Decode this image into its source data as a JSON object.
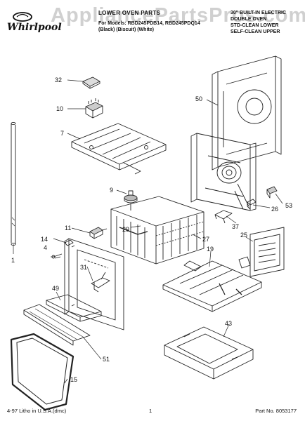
{
  "brand": {
    "logo_text": "Whirlpool"
  },
  "watermark": "AppliancePartsPros.com",
  "header": {
    "title": "LOWER OVEN PARTS",
    "models_line1": "For Models: RBD245PDB14, RBD245PDQ14",
    "models_line2": "(Black)   (Biscuit)   (White)",
    "right_lines": [
      "30\" BUILT-IN ELECTRIC",
      "DOUBLE OVEN",
      "STD-CLEAN LOWER",
      "SELF-CLEAN UPPER"
    ]
  },
  "callouts": [
    {
      "id": "c32",
      "label": "32"
    },
    {
      "id": "c10",
      "label": "10"
    },
    {
      "id": "c7",
      "label": "7"
    },
    {
      "id": "c50",
      "label": "50"
    },
    {
      "id": "c9",
      "label": "9"
    },
    {
      "id": "c26",
      "label": "26"
    },
    {
      "id": "c53",
      "label": "53"
    },
    {
      "id": "c11",
      "label": "11"
    },
    {
      "id": "c29",
      "label": "29"
    },
    {
      "id": "c27",
      "label": "27"
    },
    {
      "id": "c37",
      "label": "37"
    },
    {
      "id": "c25",
      "label": "25"
    },
    {
      "id": "c14",
      "label": "14"
    },
    {
      "id": "c4",
      "label": "4"
    },
    {
      "id": "c19",
      "label": "19"
    },
    {
      "id": "c31",
      "label": "31"
    },
    {
      "id": "c1",
      "label": "1"
    },
    {
      "id": "c49",
      "label": "49"
    },
    {
      "id": "c43",
      "label": "43"
    },
    {
      "id": "c51",
      "label": "51"
    },
    {
      "id": "c15",
      "label": "15"
    }
  ],
  "footer": {
    "left": "4-97 Litho in U.S.A.(dmc)",
    "center": "1",
    "right": "Part No. 8053177"
  }
}
